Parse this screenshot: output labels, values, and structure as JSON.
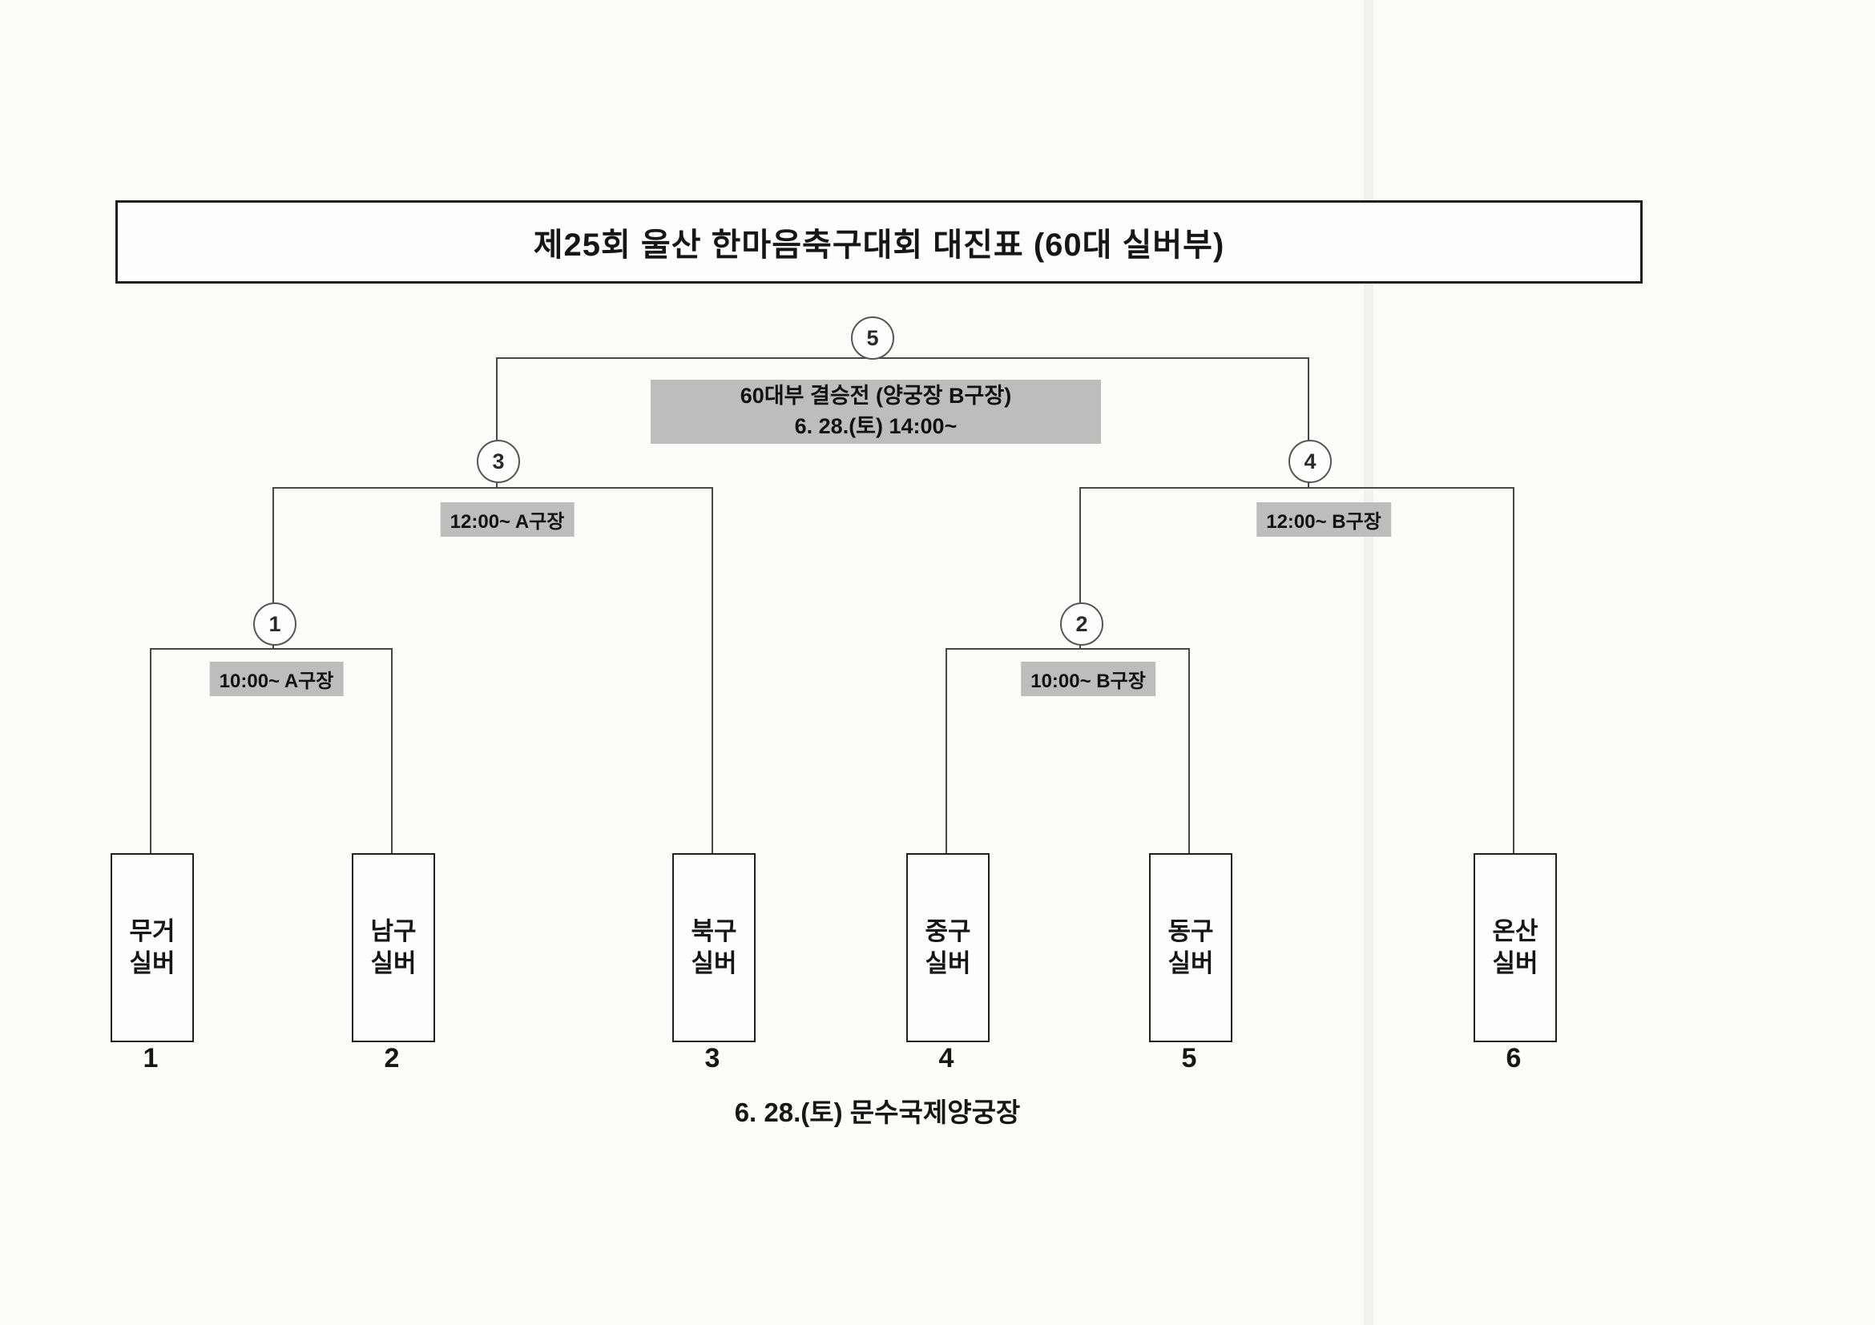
{
  "colors": {
    "label_bg": "#bdbdbd",
    "line": "#474747",
    "border": "#1f1f1f"
  },
  "title": "제25회 울산 한마음축구대회 대진표 (60대 실버부)",
  "final": {
    "number": "5",
    "info_line1": "60대부 결승전 (양궁장 B구장)",
    "info_line2": "6. 28.(토) 14:00~"
  },
  "round2": [
    {
      "number": "3",
      "time_label": "12:00~ A구장"
    },
    {
      "number": "4",
      "time_label": "12:00~ B구장"
    }
  ],
  "round1": [
    {
      "number": "1",
      "time_label": "10:00~ A구장"
    },
    {
      "number": "2",
      "time_label": "10:00~ B구장"
    }
  ],
  "teams": [
    {
      "line1": "무거",
      "line2": "실버",
      "seed": "1"
    },
    {
      "line1": "남구",
      "line2": "실버",
      "seed": "2"
    },
    {
      "line1": "북구",
      "line2": "실버",
      "seed": "3"
    },
    {
      "line1": "중구",
      "line2": "실버",
      "seed": "4"
    },
    {
      "line1": "동구",
      "line2": "실버",
      "seed": "5"
    },
    {
      "line1": "온산",
      "line2": "실버",
      "seed": "6"
    }
  ],
  "footer": "6. 28.(토) 문수국제양궁장"
}
